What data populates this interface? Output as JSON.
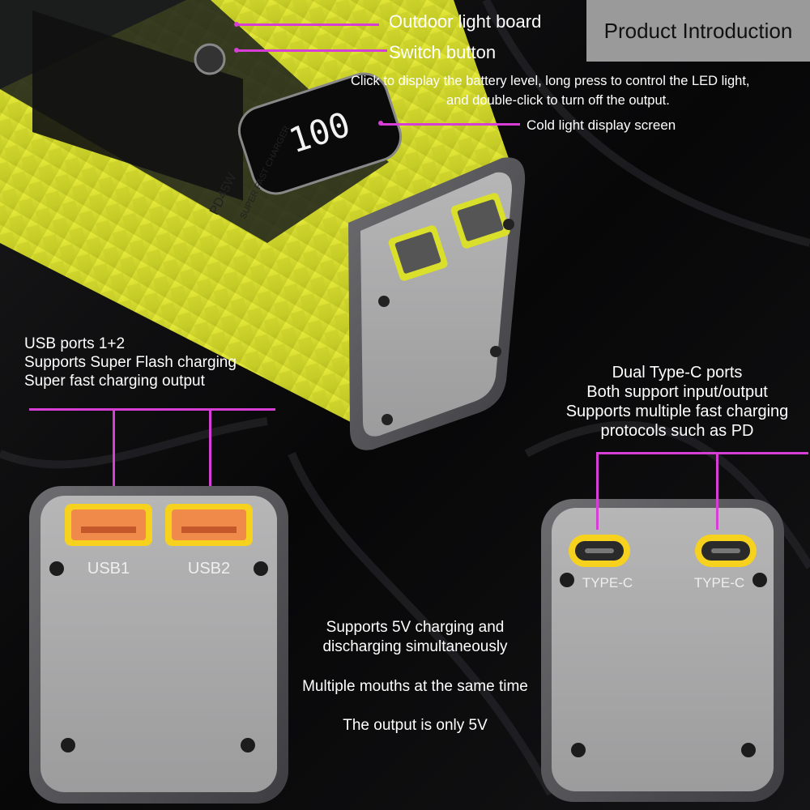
{
  "header": {
    "title": "Product Introduction"
  },
  "callouts": {
    "outdoor_light_board": "Outdoor light board",
    "switch_button": "Switch button",
    "switch_desc_1": "Click to display the battery level, long press to control the LED light,",
    "switch_desc_2": "and double-click to turn off the output.",
    "display_screen": "Cold light display screen"
  },
  "usb_section": {
    "line1": "USB ports 1+2",
    "line2": "Supports Super Flash charging",
    "line3": "Super fast charging output",
    "port1_label": "USB1",
    "port2_label": "USB2"
  },
  "typec_section": {
    "line1": "Dual Type-C ports",
    "line2": "Both support input/output",
    "line3": "Supports multiple fast charging",
    "line4": "protocols such as PD",
    "port_label": "TYPE-C"
  },
  "notes": {
    "note1_line1": "Supports 5V charging and",
    "note1_line2": "discharging simultaneously",
    "note2": "Multiple mouths at the same time",
    "note3": "The output is only 5V"
  },
  "device": {
    "brand_text": "PD45W",
    "subtext": "SUPER FAST CHARGER",
    "display_value": "100"
  },
  "colors": {
    "accent_line": "#d63ed6",
    "yellow_shell": "#d9df2a",
    "panel_gray": "#a9a9aa",
    "port_orange": "#f08a4a"
  }
}
